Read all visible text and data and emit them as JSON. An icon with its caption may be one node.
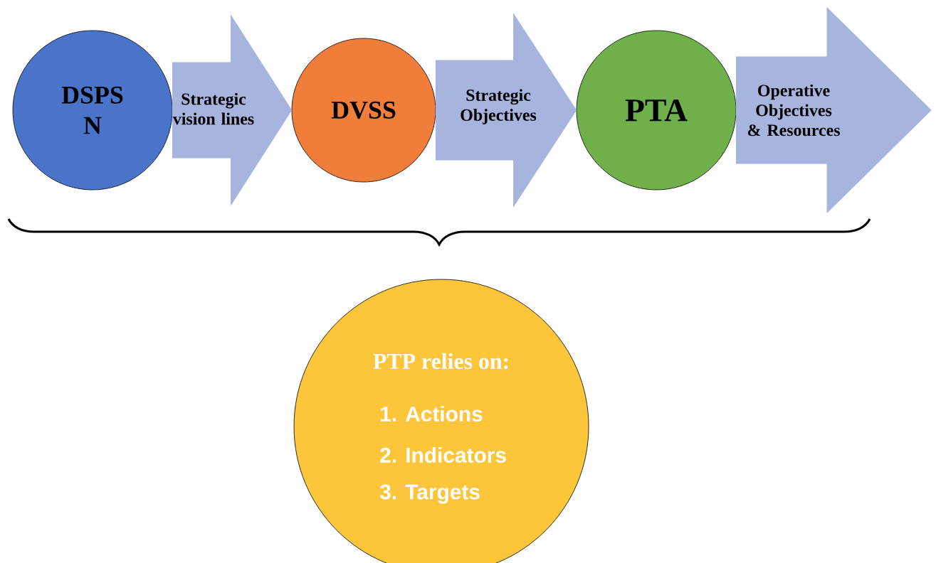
{
  "diagram": {
    "nodes": [
      {
        "text": [
          "DSPS N"
        ]
      },
      {
        "text": [
          "DVSS"
        ]
      },
      {
        "text": [
          "PTA"
        ]
      },
      {
        "text": [
          "PTP relies on:",
          "1.  Actions",
          "2.  Indicators",
          "3.  Targets"
        ]
      }
    ],
    "edges": [
      {
        "from": 0,
        "to": 1,
        "arrow": "to",
        "label": "Strategic vision lines"
      },
      {
        "from": 1,
        "to": 2,
        "arrow": "to",
        "label": "Strategic Objectives"
      },
      {
        "from": 2,
        "to": null,
        "arrow": "to",
        "label": "Operative Objectives & Resources"
      }
    ]
  }
}
